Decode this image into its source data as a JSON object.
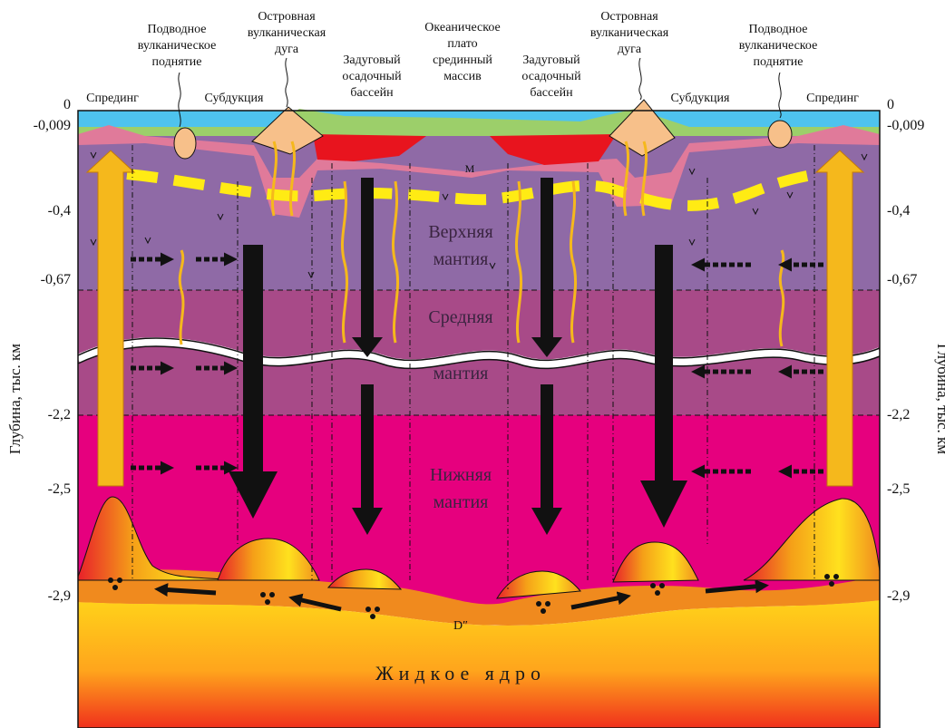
{
  "depth_axis": {
    "left_title": "Глубина, тыс. км",
    "right_title": "Глубина, тыс. км",
    "ticks": [
      "0",
      "-0,009",
      "-0,4",
      "-0,67",
      "-2,2",
      "-2,5",
      "-2,9"
    ]
  },
  "layers": {
    "upper_mantle_1": "Верхняя",
    "upper_mantle_2": "мантия",
    "middle_mantle_1": "Средняя",
    "middle_mantle_2": "мантия",
    "lower_mantle_1": "Нижняя",
    "lower_mantle_2": "мантия",
    "core": "Жидкое ядро",
    "moho": "M",
    "d_layer": "D″"
  },
  "top_labels": {
    "spreading": "Спрединг",
    "subduction": "Субдукция",
    "underwater_rise": [
      "Подводное",
      "вулканическое",
      "поднятие"
    ],
    "island_arc": [
      "Островная",
      "вулканическая",
      "дуга"
    ],
    "backarc_basin": [
      "Задуговый",
      "осадочный",
      "бассейн"
    ],
    "ocean_plateau": [
      "Океаническое",
      "плато",
      "срединный",
      "массив"
    ]
  },
  "colors": {
    "ocean": "#4ec3ee",
    "upper_mantle": "#8f6aa6",
    "middle_mantle": "#a84a88",
    "lower_mantle": "#e6007e",
    "d_layer": "#f08a1e",
    "core": "#ffc21a",
    "plume": "#f5b81c",
    "crust_pink": "#e07a9a",
    "arc": "#f7c08a",
    "basin_red": "#e8141e",
    "boundary_yellow": "#ffeb14"
  }
}
